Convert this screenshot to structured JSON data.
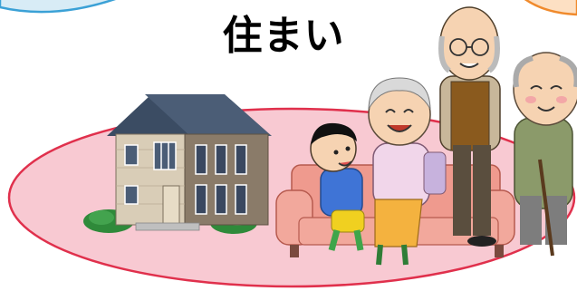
{
  "title": "住まい",
  "colors": {
    "ellipse_fill": "#f8c9d2",
    "ellipse_stroke": "#e0304c",
    "top_left_bubble": "#d8ecf6",
    "top_left_bubble_stroke": "#3ba1d6",
    "top_right_bubble": "#fde0c3",
    "top_right_bubble_stroke": "#f08a2c",
    "sofa": "#ef9a8e",
    "house_wall": "#d9cdb7",
    "house_roof": "#3b4c63"
  },
  "illustrations": [
    "house",
    "sofa",
    "boy",
    "grandmother",
    "grandfather",
    "elderly-man-with-cane"
  ]
}
